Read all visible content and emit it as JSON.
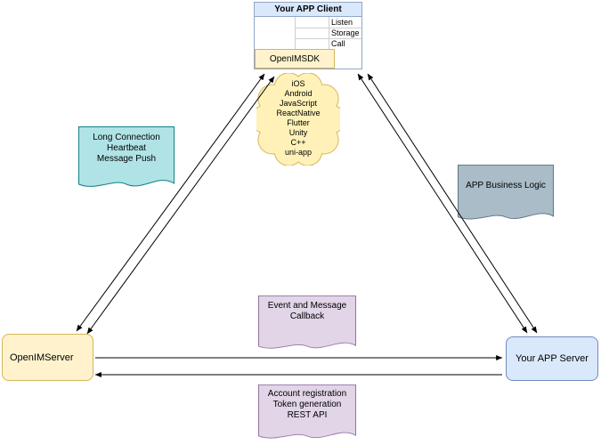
{
  "client": {
    "title": "Your APP Client",
    "interfaces": [
      "Listen",
      "Storage",
      "Call"
    ],
    "sdk": "OpenIMSDK"
  },
  "cloud": {
    "platforms": [
      "iOS",
      "Android",
      "JavaScript",
      "ReactNative",
      "Flutter",
      "Unity",
      "C++",
      "uni-app"
    ]
  },
  "notes": {
    "long_connection": {
      "lines": [
        "Long Connection",
        "Heartbeat",
        "Message Push"
      ]
    },
    "business_logic": {
      "lines": [
        "APP Business Logic"
      ]
    },
    "callback": {
      "lines": [
        "Event and Message",
        "Callback"
      ]
    },
    "rest": {
      "lines": [
        "Account registration",
        "Token generation",
        "REST API"
      ]
    }
  },
  "nodes": {
    "openim_server": "OpenIMServer",
    "app_server": "Your APP Server"
  },
  "palette": {
    "blue_fill": "#dae8fc",
    "blue_stroke": "#6c8ebf",
    "yellow_fill": "#fff2cc",
    "yellow_stroke": "#d6b656",
    "teal_fill": "#b0e3e6",
    "teal_stroke": "#0e8088",
    "steel_fill": "#a9bcc7",
    "steel_stroke": "#5d7585",
    "purple_fill": "#e1d5e7",
    "purple_stroke": "#9673a6",
    "connector": "#000000"
  }
}
